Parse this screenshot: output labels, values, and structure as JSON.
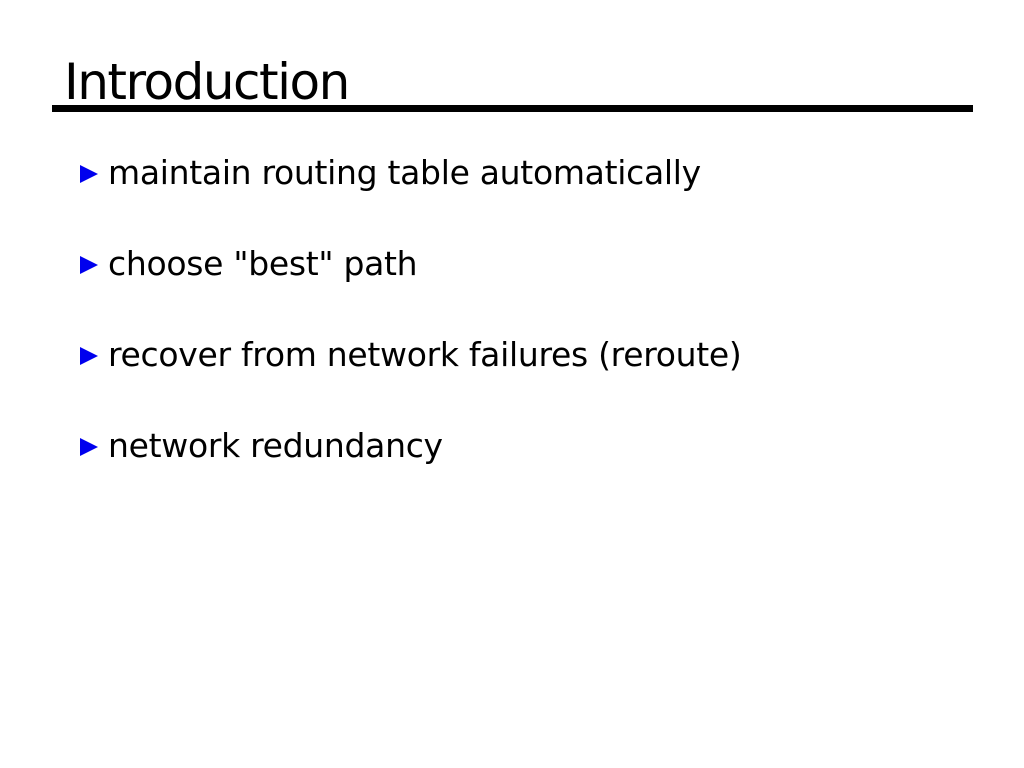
{
  "slide": {
    "title": "Introduction",
    "bullets": [
      "maintain routing table automatically",
      "choose \"best\" path",
      "recover from network failures (reroute)",
      "network redundancy"
    ],
    "colors": {
      "background": "#FFFFFF",
      "text": "#000000",
      "title_underline": "#000000",
      "bullet_marker": "#0000EE"
    },
    "bullet_marker_shape": "right-pointing-triangle"
  }
}
